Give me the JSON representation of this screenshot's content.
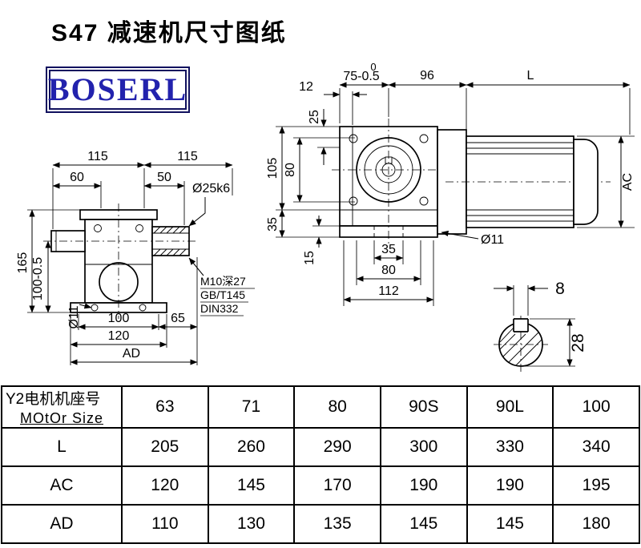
{
  "title": "S47 减速机尺寸图纸",
  "logo_text": "BOSERL",
  "left_view": {
    "dim_115_a": "115",
    "dim_115_b": "115",
    "dim_60": "60",
    "dim_50": "50",
    "shaft_dia": "Ø25k6",
    "dim_165": "165",
    "dim_100_tol": "100-0.5",
    "hole_dia": "Ø11",
    "dim_100": "100",
    "dim_65": "65",
    "dim_120": "120",
    "dim_ad": "AD",
    "note1": "M10深27",
    "note2": "GB/T145",
    "note3": "DIN332"
  },
  "right_view": {
    "dim_12": "12",
    "tol_top": "0",
    "dim_75": "75-0.5",
    "dim_96": "96",
    "dim_l": "L",
    "dim_25": "25",
    "dim_105": "105",
    "dim_80_flange": "80",
    "dim_35_side": "35",
    "dim_15": "15",
    "dim_35_bottom": "35",
    "dim_80_bottom": "80",
    "dim_112": "112",
    "hole_dia": "Ø11",
    "dim_ac": "AC"
  },
  "shaft_section": {
    "key_width": "8",
    "dia_height": "28"
  },
  "size_table": {
    "header_cn": "Y2电机机座号",
    "header_en": "MOtOr Size",
    "motor_sizes": [
      "63",
      "71",
      "80",
      "90S",
      "90L",
      "100"
    ],
    "rows": [
      {
        "label": "L",
        "values": [
          "205",
          "260",
          "290",
          "300",
          "330",
          "340"
        ]
      },
      {
        "label": "AC",
        "values": [
          "120",
          "145",
          "170",
          "190",
          "190",
          "195"
        ]
      },
      {
        "label": "AD",
        "values": [
          "110",
          "130",
          "135",
          "145",
          "145",
          "180"
        ]
      }
    ]
  }
}
